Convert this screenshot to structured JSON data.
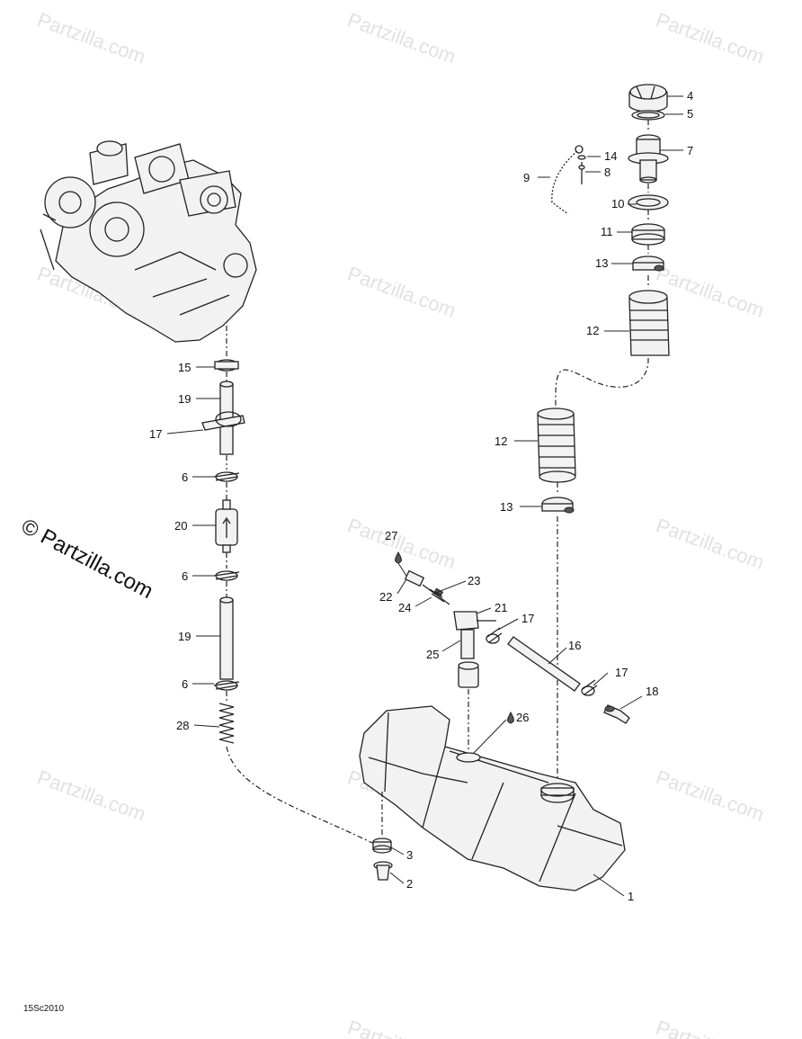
{
  "watermark": {
    "text": "Partzilla.com",
    "prominent_text": "© Partzilla.com"
  },
  "diagram_code": "15Sc2010",
  "callouts": {
    "c1": "1",
    "c2": "2",
    "c3": "3",
    "c4": "4",
    "c5": "5",
    "c6a": "6",
    "c6b": "6",
    "c6c": "6",
    "c7": "7",
    "c8": "8",
    "c9": "9",
    "c10": "10",
    "c11": "11",
    "c12a": "12",
    "c12b": "12",
    "c13a": "13",
    "c13b": "13",
    "c14": "14",
    "c15": "15",
    "c16": "16",
    "c17a": "17",
    "c17b": "17",
    "c17c": "17",
    "c18": "18",
    "c19a": "19",
    "c19b": "19",
    "c20": "20",
    "c21": "21",
    "c22": "22",
    "c23": "23",
    "c24": "24",
    "c25": "25",
    "c26": "26",
    "c27": "27",
    "c28": "28"
  }
}
